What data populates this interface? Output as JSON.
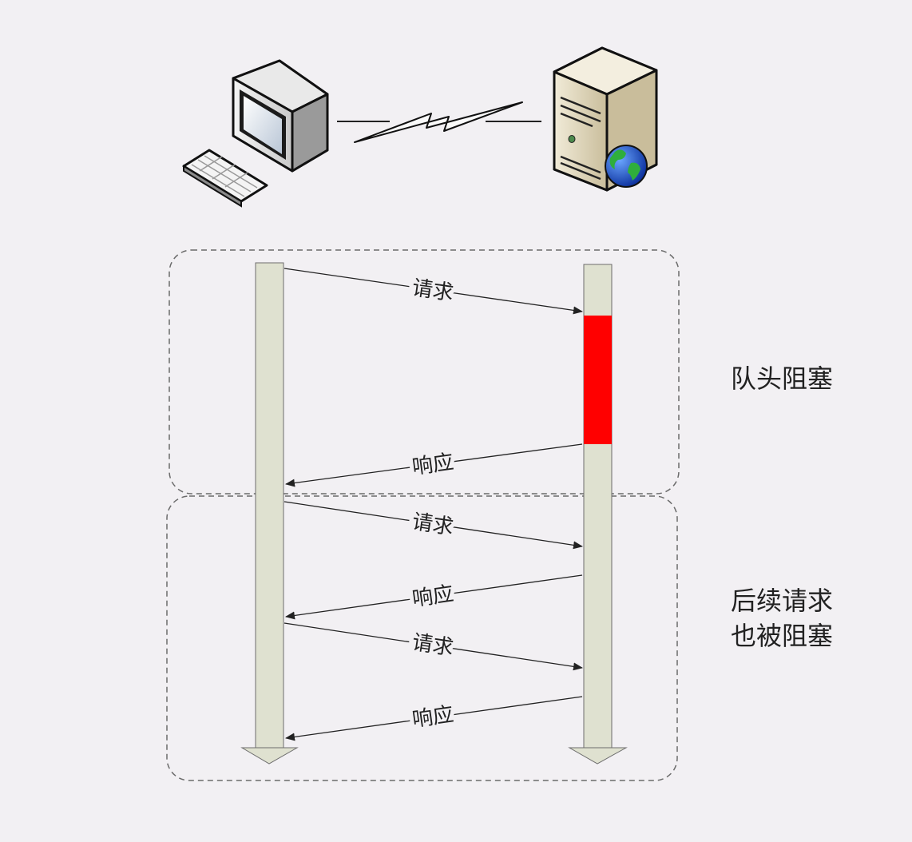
{
  "messages": {
    "m1": {
      "label": "请求"
    },
    "m2": {
      "label": "响应"
    },
    "m3": {
      "label": "请求"
    },
    "m4": {
      "label": "响应"
    },
    "m5": {
      "label": "请求"
    },
    "m6": {
      "label": "响应"
    }
  },
  "annotations": {
    "hol_blocking": "队头阻塞",
    "subsequent_line1": "后续请求",
    "subsequent_line2": "也被阻塞"
  },
  "colors": {
    "background": "#f2f0f3",
    "lifeline_fill": "#dfe1d0",
    "blocked_fill": "#ff0000",
    "arrow": "#222222",
    "group_border": "#6b6b6b"
  },
  "icons": {
    "client": "desktop-computer-icon",
    "server": "tower-server-with-globe-icon",
    "link": "lightning-link-icon"
  }
}
